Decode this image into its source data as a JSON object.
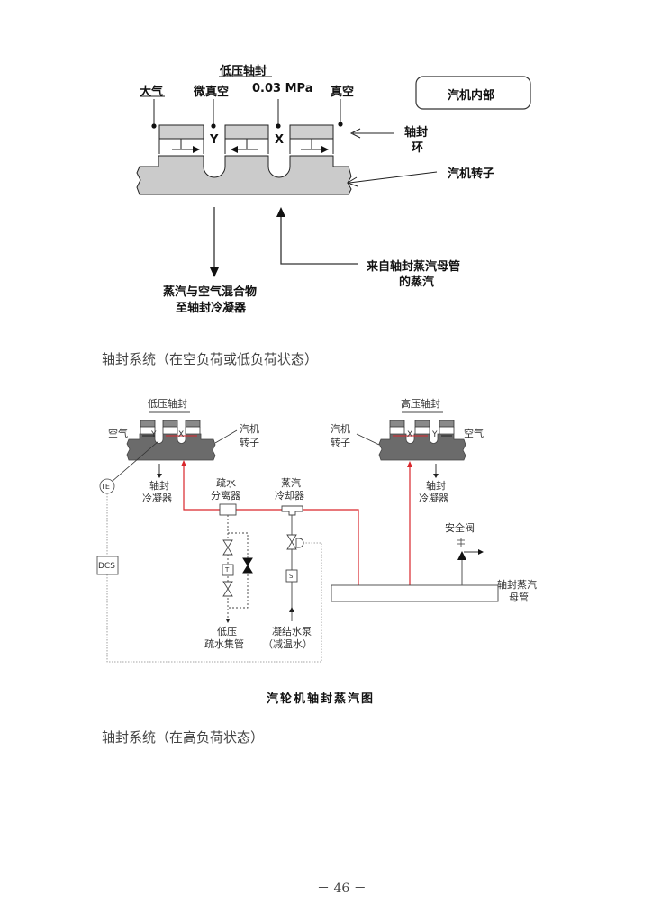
{
  "diagram1": {
    "title": "低压轴封",
    "label_atmosphere": "大气",
    "label_micro_vacuum": "微真空",
    "label_pressure": "0.03 MPa",
    "label_vacuum": "真空",
    "label_y": "Y",
    "label_x": "X",
    "box_turbine_inside": "汽机内部",
    "label_seal_ring_line1": "轴封",
    "label_seal_ring_line2": "环",
    "label_rotor": "汽机转子",
    "label_to_condenser_line1": "蒸汽与空气混合物",
    "label_to_condenser_line2": "至轴封冷凝器",
    "label_from_header_line1": "来自轴封蒸汽母管",
    "label_from_header_line2": "的蒸汽"
  },
  "caption1": "轴封系统（在空负荷或低负荷状态）",
  "diagram2": {
    "lp_title": "低压轴封",
    "hp_title": "高压轴封",
    "lp_air": "空气",
    "lp_rotor_line1": "汽机",
    "lp_rotor_line2": "转子",
    "hp_rotor_line1": "汽机",
    "hp_rotor_line2": "转子",
    "hp_air": "空气",
    "lp_y": "Y",
    "lp_x": "X",
    "hp_x": "X",
    "hp_y": "Y",
    "lp_condenser_line1": "轴封",
    "lp_condenser_line2": "冷凝器",
    "hp_condenser_line1": "轴封",
    "hp_condenser_line2": "冷凝器",
    "te_label": "TE",
    "dcs_label": "DCS",
    "drain_separator_line1": "疏水",
    "drain_separator_line2": "分离器",
    "steam_cooler_line1": "蒸汽",
    "steam_cooler_line2": "冷却器",
    "trap_label": "T",
    "strainer_label": "S",
    "lp_drain_line1": "低压",
    "lp_drain_line2": "疏水集管",
    "pump_line1": "凝结水泵",
    "pump_line2": "（减温水）",
    "safety_valve": "安全阀",
    "header_line1": "轴封蒸汽",
    "header_line2": "母管",
    "figure_title": "汽轮机轴封蒸汽图",
    "colors": {
      "steam_line": "#d9262b",
      "rotor_fill": "#6b6b6b",
      "line": "#555555"
    }
  },
  "caption2": "轴封系统（在高负荷状态）",
  "page_number": "－ 46 －"
}
